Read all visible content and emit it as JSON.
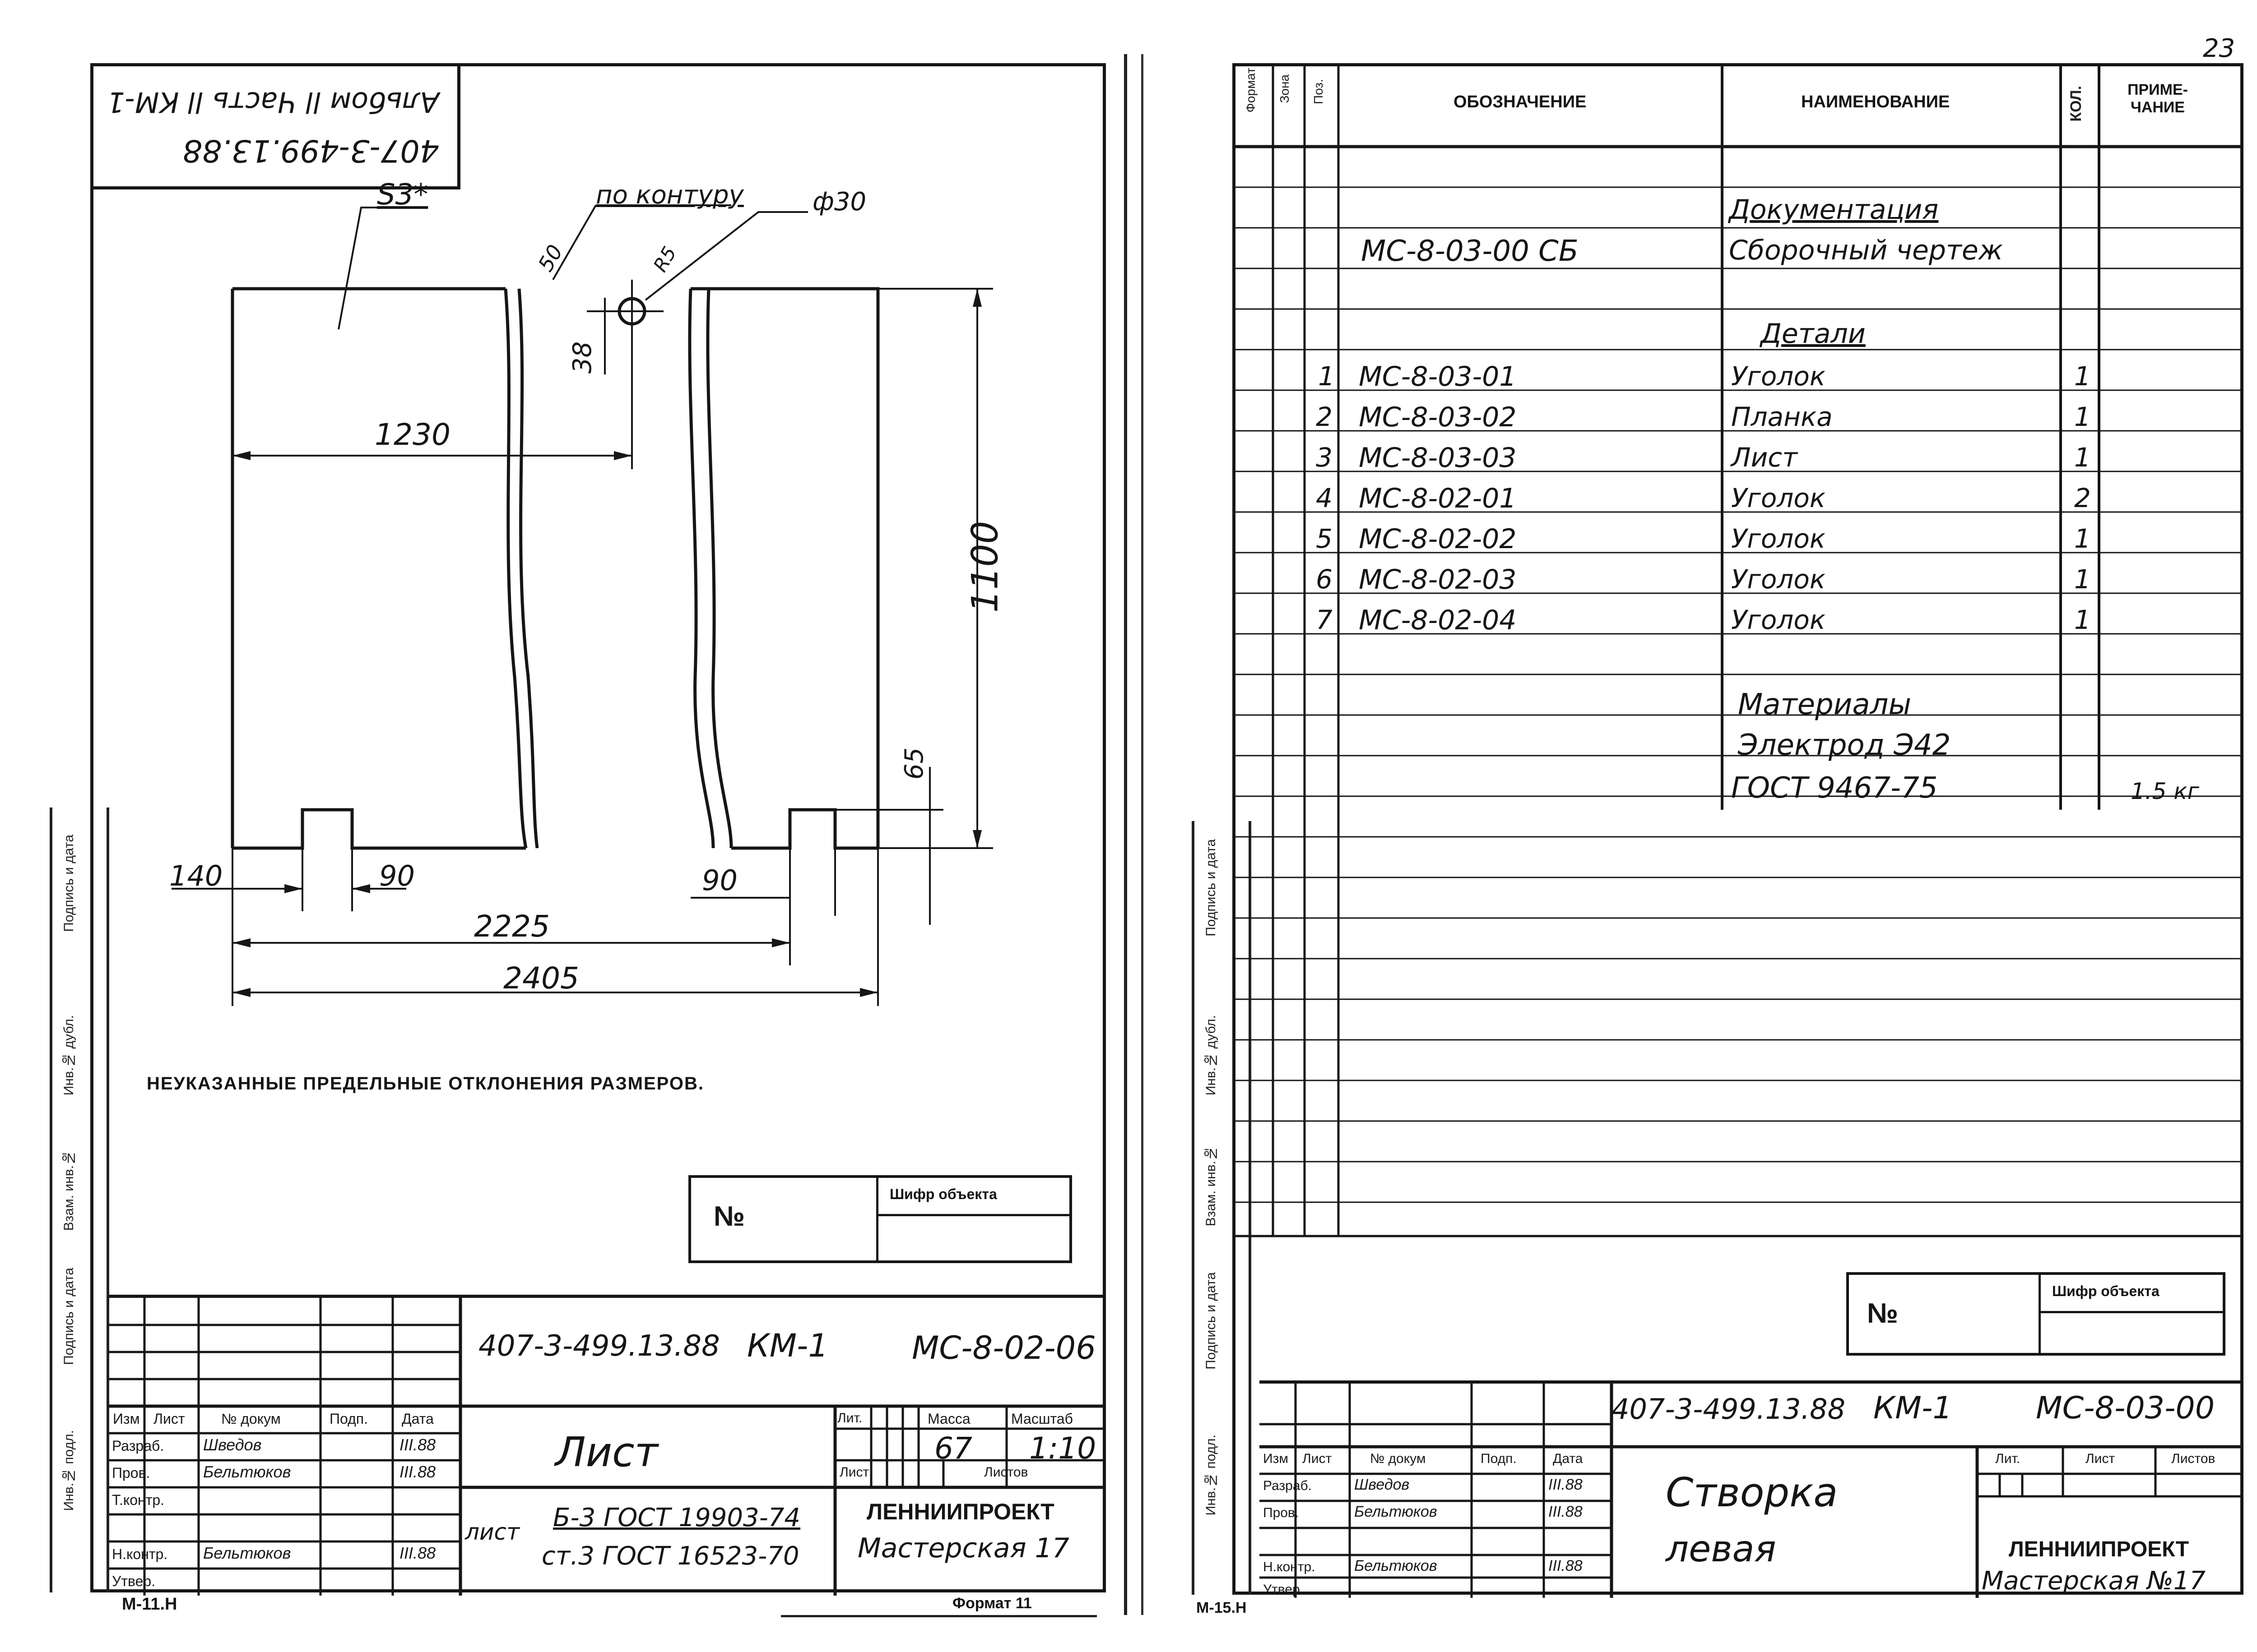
{
  "page_number": "23",
  "left_sheet": {
    "corner_stamp": {
      "line1": "Альбом ll Часть ll КМ-1",
      "line2": "407-3-499.13.88"
    },
    "drawing": {
      "thickness_mark": "S3*",
      "contour_note": "по контуру",
      "hole_dia": "ф30",
      "weld_50": "50",
      "weld_r5": "R5",
      "dim_38": "38",
      "dim_1230": "1230",
      "dim_1100": "1100",
      "dim_65": "65",
      "dim_140": "140",
      "dim_90a": "90",
      "dim_90b": "90",
      "dim_2225": "2225",
      "dim_2405": "2405"
    },
    "note": "НЕУКАЗАННЫЕ ПРЕДЕЛЬНЫЕ ОТКЛОНЕНИЯ РАЗМЕРОВ.",
    "object_box": {
      "no_label": "№",
      "cipher_label": "Шифр объекта"
    },
    "side_strip": [
      "Инв.№ подл.",
      "Подпись и дата",
      "Взам. инв.№",
      "Инв.№ дубл.",
      "Подпись и дата"
    ],
    "title_block": {
      "doc_code": "407-3-499.13.88",
      "km": "КМ-1",
      "mark": "МС-8-02-06",
      "col_headers": [
        "Изм",
        "Лист",
        "№ докум",
        "Подп.",
        "Дата"
      ],
      "rows": [
        {
          "role": "Разраб.",
          "name": "Шведов",
          "date": "III.88"
        },
        {
          "role": "Пров.",
          "name": "Бельтюков",
          "date": "III.88"
        },
        {
          "role": "Т.контр.",
          "name": "",
          "date": ""
        },
        {
          "role": "Н.контр.",
          "name": "Бельтюков",
          "date": "III.88"
        },
        {
          "role": "Утвер.",
          "name": "",
          "date": ""
        }
      ],
      "title": "Лист",
      "lit_label": "Лит.",
      "mass_label": "Масса",
      "scale_label": "Масштаб",
      "mass": "67",
      "scale": "1:10",
      "sheet_label": "Лист",
      "sheets_label": "Листов",
      "material_prefix": "лист",
      "material_line1": "Б-3 ГОСТ 19903-74",
      "material_line2": "ст.3 ГОСТ 16523-70",
      "org_line1": "ЛЕННИИПРОЕКТ",
      "org_line2": "Мастерская 17",
      "form_label": "М-11.Н",
      "format_label": "Формат 11"
    }
  },
  "right_sheet": {
    "header": {
      "format": "Формат",
      "zone": "Зона",
      "pos": "Поз.",
      "designation": "ОБОЗНАЧЕНИЕ",
      "name": "НАИМЕНОВАНИЕ",
      "qty": "КОЛ.",
      "note": "ПРИМЕ-ЧАНИЕ"
    },
    "rows": [
      {
        "pos": "",
        "designation": "",
        "name": "",
        "qty": "",
        "note": ""
      },
      {
        "pos": "",
        "designation": "",
        "name": "Документация",
        "qty": "",
        "note": ""
      },
      {
        "pos": "",
        "designation": "МС-8-03-00 СБ",
        "name": "Сборочный чертеж",
        "qty": "",
        "note": ""
      },
      {
        "pos": "",
        "designation": "",
        "name": "",
        "qty": "",
        "note": ""
      },
      {
        "pos": "",
        "designation": "",
        "name": "Детали",
        "qty": "",
        "note": ""
      },
      {
        "pos": "1",
        "designation": "МС-8-03-01",
        "name": "Уголок",
        "qty": "1",
        "note": ""
      },
      {
        "pos": "2",
        "designation": "МС-8-03-02",
        "name": "Планка",
        "qty": "1",
        "note": ""
      },
      {
        "pos": "3",
        "designation": "МС-8-03-03",
        "name": "Лист",
        "qty": "1",
        "note": ""
      },
      {
        "pos": "4",
        "designation": "МС-8-02-01",
        "name": "Уголок",
        "qty": "2",
        "note": ""
      },
      {
        "pos": "5",
        "designation": "МС-8-02-02",
        "name": "Уголок",
        "qty": "1",
        "note": ""
      },
      {
        "pos": "6",
        "designation": "МС-8-02-03",
        "name": "Уголок",
        "qty": "1",
        "note": ""
      },
      {
        "pos": "7",
        "designation": "МС-8-02-04",
        "name": "Уголок",
        "qty": "1",
        "note": ""
      },
      {
        "pos": "",
        "designation": "",
        "name": "",
        "qty": "",
        "note": ""
      },
      {
        "pos": "",
        "designation": "",
        "name": "Материалы",
        "qty": "",
        "note": ""
      },
      {
        "pos": "",
        "designation": "",
        "name": "Электрод Э42",
        "qty": "",
        "note": ""
      },
      {
        "pos": "",
        "designation": "",
        "name": "ГОСТ 9467-75",
        "qty": "",
        "note": "1.5 кг"
      }
    ],
    "side_strip": [
      "Инв.№ подл.",
      "Подпись и дата",
      "Взам. инв.№",
      "Инв.№ дубл.",
      "Подпись и дата"
    ],
    "object_box": {
      "no_label": "№",
      "cipher_label": "Шифр объекта"
    },
    "title_block": {
      "doc_code": "407-3-499.13.88",
      "km": "КМ-1",
      "mark": "МС-8-03-00",
      "col_headers": [
        "Изм",
        "Лист",
        "№ докум",
        "Подп.",
        "Дата"
      ],
      "rows": [
        {
          "role": "Разраб.",
          "name": "Шведов",
          "date": "III.88"
        },
        {
          "role": "Пров.",
          "name": "Бельтюков",
          "date": "III.88"
        },
        {
          "role": "",
          "name": "",
          "date": ""
        },
        {
          "role": "Н.контр.",
          "name": "Бельтюков",
          "date": "III.88"
        },
        {
          "role": "Утвер.",
          "name": "",
          "date": ""
        }
      ],
      "title_line1": "Створка",
      "title_line2": "левая",
      "lit_label": "Лит.",
      "sheet_label": "Лист",
      "sheets_label": "Листов",
      "org_line1": "ЛЕННИИПРОЕКТ",
      "org_line2": "Мастерская №17",
      "form_label": "М-15.Н"
    }
  }
}
